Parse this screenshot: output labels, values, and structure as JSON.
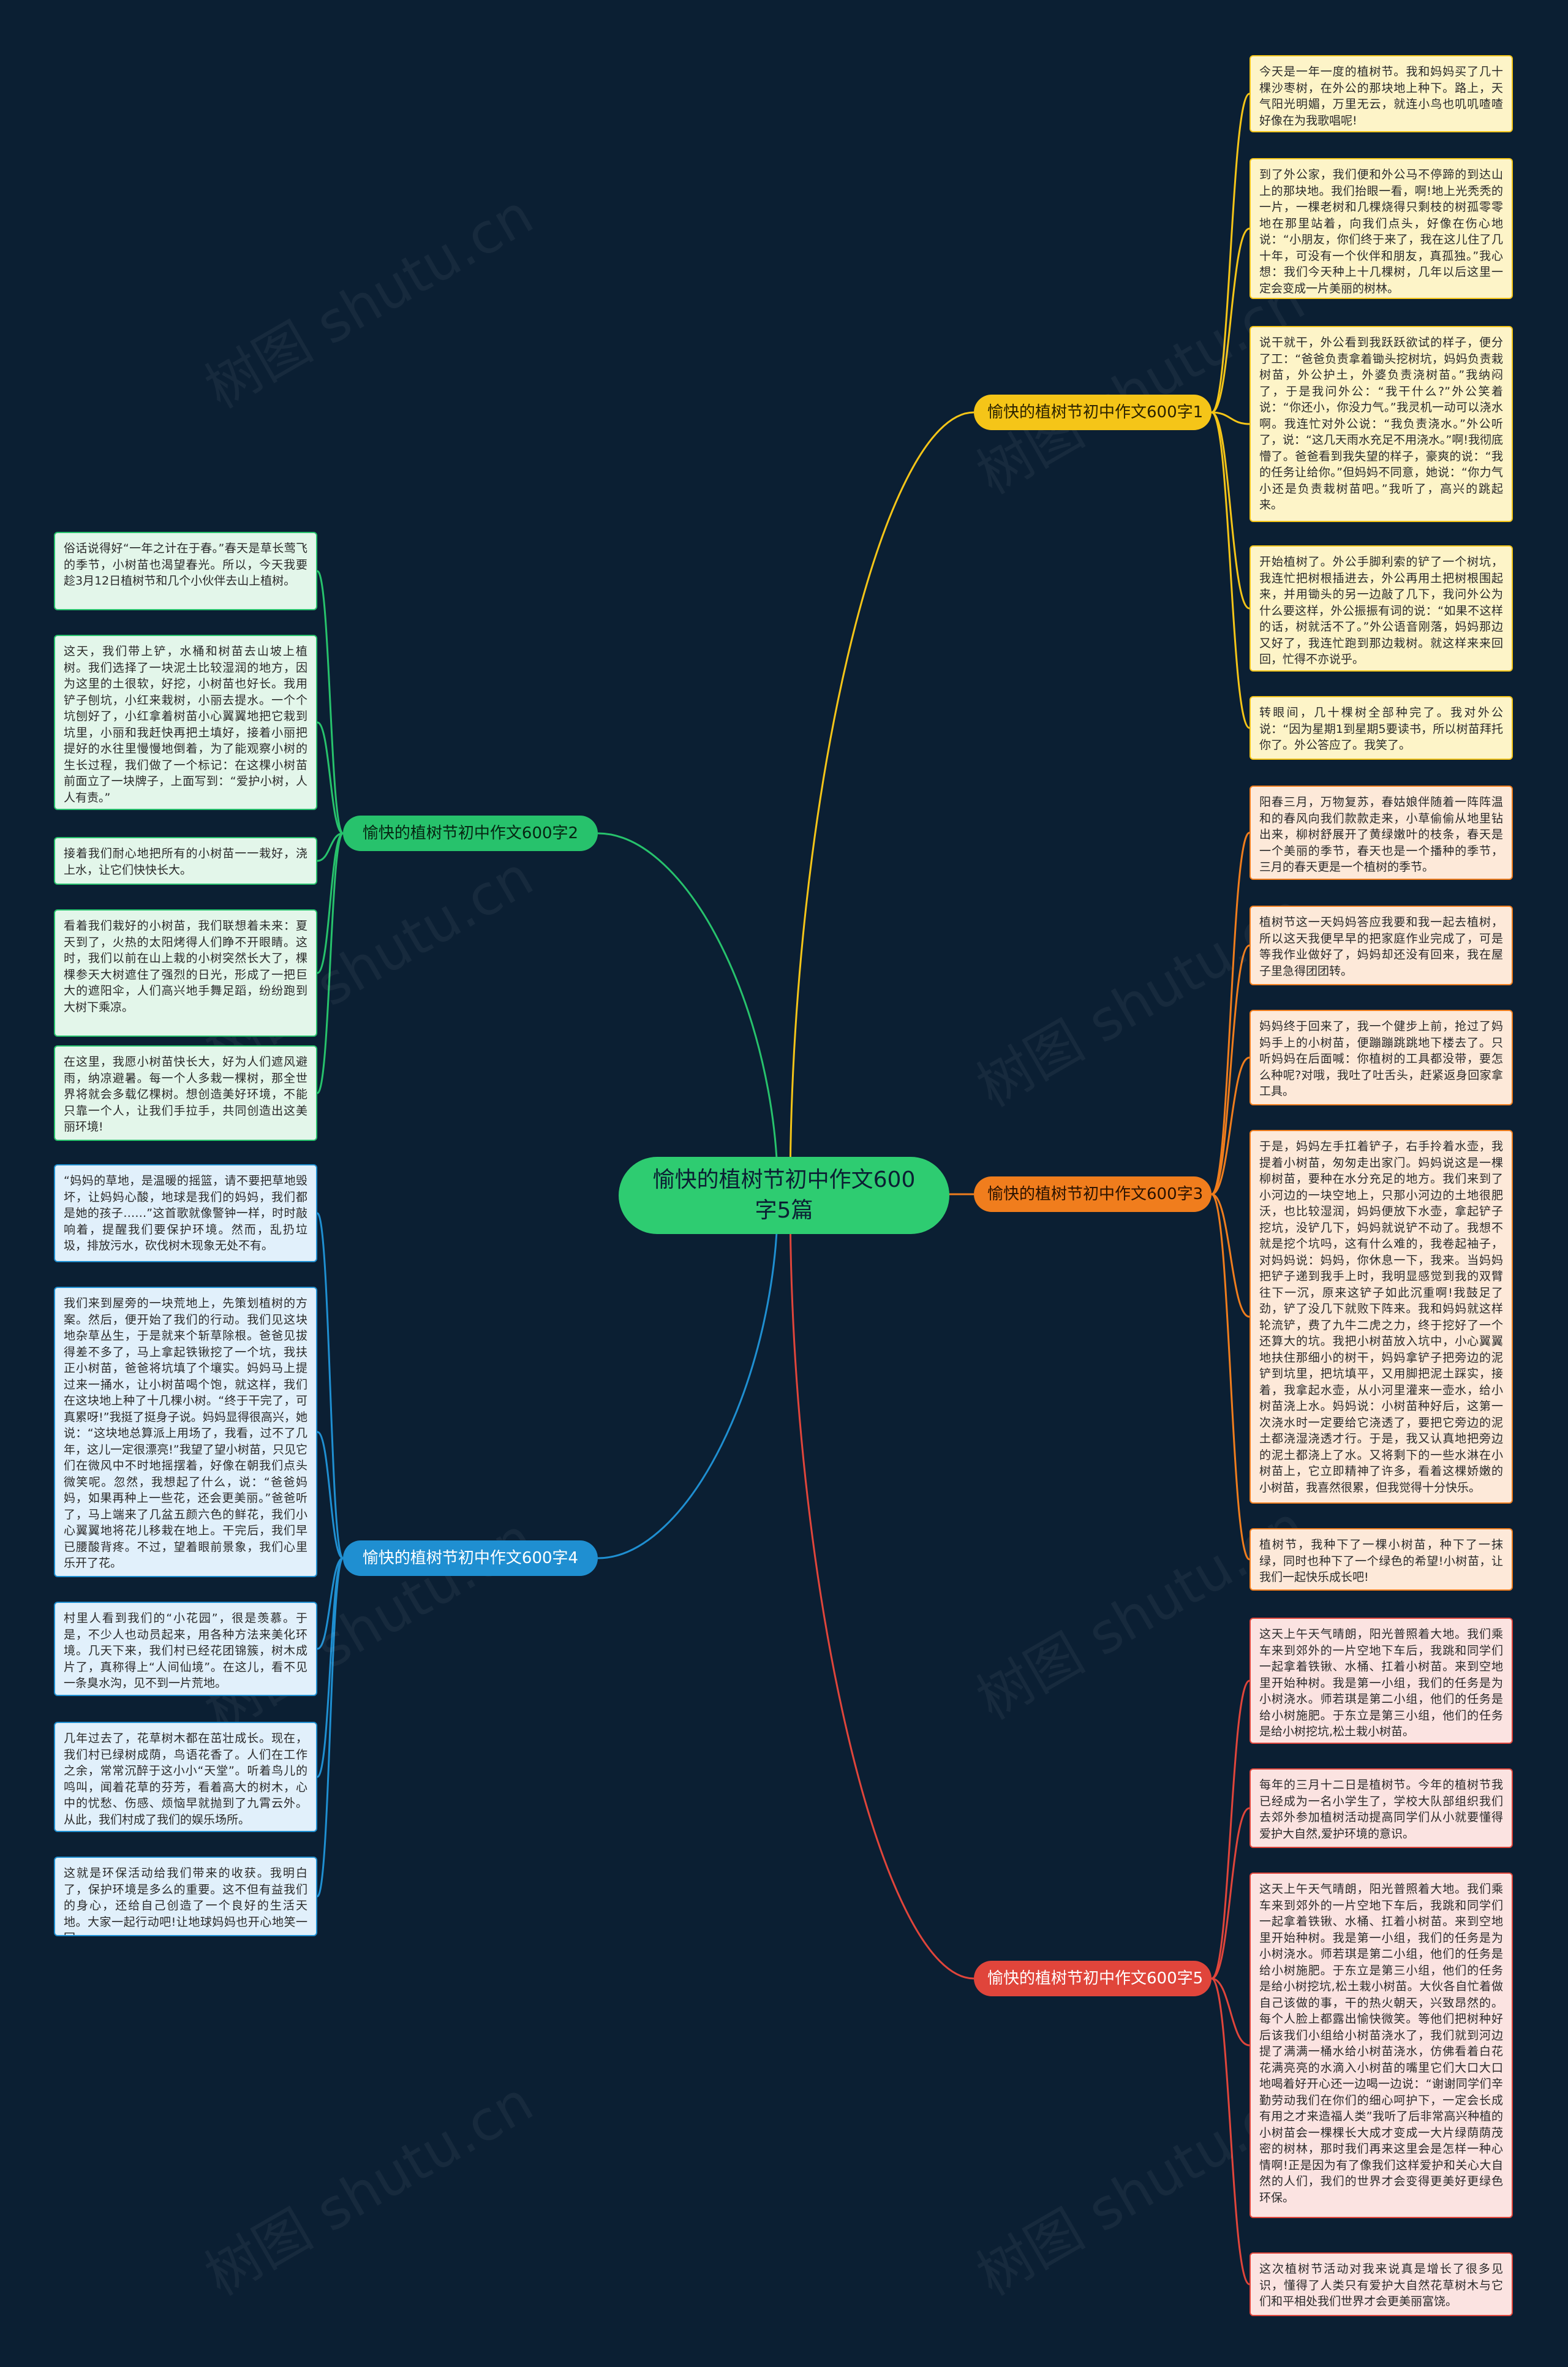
{
  "root": "愉快的植树节初中作文600字5篇",
  "watermark": "树图 shutu.cn",
  "colors": {
    "background": "#0b1f33",
    "root": "#2ecc71",
    "b1": "#f5c518",
    "b2": "#27c26c",
    "b3": "#f07d1d",
    "b4": "#1f8fd1",
    "b5": "#e0453b"
  },
  "branches": [
    {
      "label": "愉快的植树节初中作文600字1",
      "leaves": [
        "今天是一年一度的植树节。我和妈妈买了几十棵沙枣树，在外公的那块地上种下。路上，天气阳光明媚，万里无云，就连小鸟也叽叽喳喳好像在为我歌唱呢!",
        "到了外公家，我们便和外公马不停蹄的到达山上的那块地。我们抬眼一看，啊!地上光秃秃的一片，一棵老树和几棵烧得只剩枝的树孤零零地在那里站着，向我们点头，好像在伤心地说：“小朋友，你们终于来了，我在这儿住了几十年，可没有一个伙伴和朋友，真孤独。”我心想：我们今天种上十几棵树，几年以后这里一定会变成一片美丽的树林。",
        "说干就干，外公看到我跃跃欲试的样子，便分了工：“爸爸负责拿着锄头挖树坑，妈妈负责栽树苗，外公护土，外婆负责浇树苗。”我纳闷了，于是我问外公：“我干什么?”外公笑着说：“你还小，你没力气。”我灵机一动可以浇水啊。我连忙对外公说：“我负责浇水。”外公听了，说：“这几天雨水充足不用浇水。”啊!我彻底懵了。爸爸看到我失望的样子，豪爽的说：“我的任务让给你。”但妈妈不同意，她说：“你力气小还是负责栽树苗吧。”我听了，高兴的跳起来。",
        "开始植树了。外公手脚利索的铲了一个树坑，我连忙把树根插进去，外公再用土把树根围起来，并用锄头的另一边敲了几下，我问外公为什么要这样，外公振振有词的说：“如果不这样的话，树就活不了。”外公语音刚落，妈妈那边又好了，我连忙跑到那边栽树。就这样来来回回，忙得不亦说乎。",
        "转眼间，几十棵树全部种完了。我对外公说：“因为星期1到星期5要读书，所以树苗拜托你了。外公答应了。我笑了。"
      ]
    },
    {
      "label": "愉快的植树节初中作文600字2",
      "leaves": [
        "俗话说得好“一年之计在于春。”春天是草长莺飞的季节，小树苗也渴望春光。所以，今天我要趁3月12日植树节和几个小伙伴去山上植树。",
        "这天，我们带上铲，水桶和树苗去山坡上植树。我们选择了一块泥土比较湿润的地方，因为这里的土很软，好挖，小树苗也好长。我用铲子刨坑，小红来栽树，小丽去提水。一个个坑刨好了，小红拿着树苗小心翼翼地把它栽到坑里，小丽和我赶快再把土填好，接着小丽把提好的水往里慢慢地倒着，为了能观察小树的生长过程，我们做了一个标记：在这棵小树苗前面立了一块牌子，上面写到：“爱护小树，人人有责。”",
        "接着我们耐心地把所有的小树苗一一栽好，浇上水，让它们快快长大。",
        "看着我们栽好的小树苗，我们联想着未来：夏天到了，火热的太阳烤得人们睁不开眼睛。这时，我们以前在山上栽的小树突然长大了，棵棵参天大树遮住了强烈的日光，形成了一把巨大的遮阳伞，人们高兴地手舞足蹈，纷纷跑到大树下乘凉。",
        "在这里，我愿小树苗快长大，好为人们遮风避雨，纳凉避暑。每一个人多栽一棵树，那全世界将就会多载亿棵树。想创造美好环境，不能只靠一个人，让我们手拉手，共同创造出这美丽环境!"
      ]
    },
    {
      "label": "愉快的植树节初中作文600字3",
      "leaves": [
        "阳春三月，万物复苏，春姑娘伴随着一阵阵温和的春风向我们款款走来，小草偷偷从地里钻出来，柳树舒展开了黄绿嫩叶的枝条，春天是一个美丽的季节，春天也是一个播种的季节，三月的春天更是一个植树的季节。",
        "植树节这一天妈妈答应我要和我一起去植树，所以这天我便早早的把家庭作业完成了，可是等我作业做好了，妈妈却还没有回来，我在屋子里急得团团转。",
        "妈妈终于回来了，我一个健步上前，抢过了妈妈手上的小树苗，便蹦蹦跳跳地下楼去了。只听妈妈在后面喊：你植树的工具都没带，要怎么种呢?对哦，我吐了吐舌头，赶紧返身回家拿工具。",
        "于是，妈妈左手扛着铲子，右手拎着水壶，我提着小树苗，匆匆走出家门。妈妈说这是一棵柳树苗，要种在水分充足的地方。我们来到了小河边的一块空地上，只那小河边的土地很肥沃，也比较湿润，妈妈便放下水壶，拿起铲子挖坑，没铲几下，妈妈就说铲不动了。我想不就是挖个坑吗，这有什么难的，我卷起袖子，对妈妈说：妈妈，你休息一下，我来。当妈妈把铲子递到我手上时，我明显感觉到我的双臂往下一沉，原来这铲子如此沉重啊!我鼓足了劲，铲了没几下就败下阵来。我和妈妈就这样轮流铲，费了九牛二虎之力，终于挖好了一个还算大的坑。我把小树苗放入坑中，小心翼翼地扶住那细小的树干，妈妈拿铲子把旁边的泥铲到坑里，把坑填平，又用脚把泥土踩实，接着，我拿起水壶，从小河里灌来一壶水，给小树苗浇上水。妈妈说：小树苗种好后，这第一次浇水时一定要给它浇透了，要把它旁边的泥土都浇湿浇透才行。于是，我又认真地把旁边的泥土都浇上了水。又将剩下的一些水淋在小树苗上，它立即精神了许多，看着这棵娇嫩的小树苗，我喜然很累，但我觉得十分快乐。",
        "植树节，我种下了一棵小树苗，种下了一抹绿，同时也种下了一个绿色的希望!小树苗，让我们一起快乐成长吧!"
      ]
    },
    {
      "label": "愉快的植树节初中作文600字4",
      "leaves": [
        "“妈妈的草地，是温暖的摇篮，请不要把草地毁坏，让妈妈心酸，地球是我们的妈妈，我们都是她的孩子……”这首歌就像警钟一样，时时敲响着，提醒我们要保护环境。然而，乱扔垃圾，排放污水，砍伐树木现象无处不有。",
        "我们来到屋旁的一块荒地上，先策划植树的方案。然后，便开始了我们的行动。我们见这块地杂草丛生，于是就来个斩草除根。爸爸见拔得差不多了，马上拿起铁锹挖了一个坑，我扶正小树苗，爸爸将坑填了个壤实。妈妈马上提过来一捅水，让小树苗喝个饱，就这样，我们在这块地上种了十几棵小树。“终于干完了，可真累呀!”我挺了挺身子说。妈妈显得很高兴，她说：“这块地总算派上用场了，我看，过不了几年，这儿一定很漂亮!”我望了望小树苗，只见它们在微风中不时地摇摆着，好像在朝我们点头微笑呢。忽然，我想起了什么，说：“爸爸妈妈，如果再种上一些花，还会更美丽。”爸爸听了，马上端来了几盆五颜六色的鲜花，我们小心翼翼地将花儿移栽在地上。干完后，我们早已腰酸背疼。不过，望着眼前景象，我们心里乐开了花。",
        "村里人看到我们的“小花园”，很是羡慕。于是，不少人也动员起来，用各种方法来美化环境。几天下来，我们村已经花团锦簇，树木成片了，真称得上“人间仙境”。在这儿，看不见一条臭水沟，见不到一片荒地。",
        "几年过去了，花草树木都在茁壮成长。现在，我们村已绿树成荫，鸟语花香了。人们在工作之余，常常沉醉于这小小“天堂”。听着鸟儿的鸣叫，闻着花草的芬芳，看着高大的树木，心中的忧愁、伤感、烦恼早就抛到了九霄云外。从此，我们村成了我们的娱乐场所。",
        "这就是环保活动给我们带来的收获。我明白了，保护环境是多么的重要。这不但有益我们的身心，还给自己创造了一个良好的生活天地。大家一起行动吧!让地球妈妈也开心地笑一回"
      ]
    },
    {
      "label": "愉快的植树节初中作文600字5",
      "leaves": [
        "这天上午天气晴朗，阳光普照着大地。我们乘车来到郊外的一片空地下车后，我跳和同学们一起拿着铁锹、水桶、扛着小树苗。来到空地里开始种树。我是第一小组，我们的任务是为小树浇水。师若琪是第二小组，他们的任务是给小树施肥。于东立是第三小组，他们的任务是给小树挖坑,松土栽小树苗。",
        "每年的三月十二日是植树节。今年的植树节我已经成为一名小学生了，学校大队部组织我们去郊外参加植树活动提高同学们从小就要懂得爱护大自然,爱护环境的意识。",
        "这天上午天气晴朗，阳光普照着大地。我们乘车来到郊外的一片空地下车后，我跳和同学们一起拿着铁锹、水桶、扛着小树苗。来到空地里开始种树。我是第一小组，我们的任务是为小树浇水。师若琪是第二小组，他们的任务是给小树施肥。于东立是第三小组，他们的任务是给小树挖坑,松土栽小树苗。大伙各自忙着做自己该做的事，干的热火朝天，兴致昂然的。每个人脸上都露出愉快微笑。等他们把树种好后该我们小组给小树苗浇水了，我们就到河边提了满满一桶水给小树苗浇水，仿佛看着白花花满亮亮的水滴入小树苗的嘴里它们大口大口地喝着好开心还一边喝一边说：“谢谢同学们辛勤劳动我们在你们的细心呵护下，一定会长成有用之才来造福人类”我听了后非常高兴种植的小树苗会一棵棵长大成才变成一大片绿荫荫茂密的树林，那时我们再来这里会是怎样一种心情啊!正是因为有了像我们这样爱护和关心大自然的人们，我们的世界才会变得更美好更绿色环保。",
        "这次植树节活动对我来说真是增长了很多见识，懂得了人类只有爱护大自然花草树木与它们和平相处我们世界才会更美丽富饶。"
      ]
    }
  ]
}
